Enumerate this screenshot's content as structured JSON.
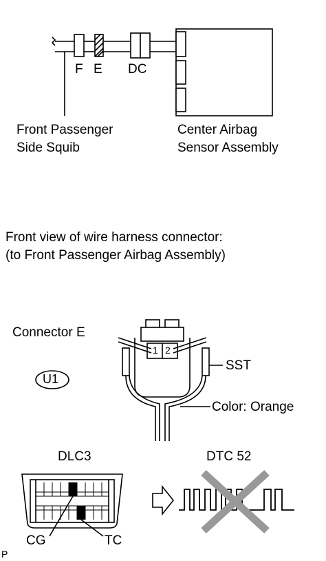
{
  "top_diagram": {
    "connector_f": "F",
    "connector_e": "E",
    "connector_dc": "DC",
    "squib_label_line1": "Front Passenger",
    "squib_label_line2": "Side Squib",
    "sensor_label_line1": "Center Airbag",
    "sensor_label_line2": "Sensor Assembly"
  },
  "middle_text": {
    "line1": "Front view of wire harness connector:",
    "line2": "(to Front Passenger Airbag Assembly)"
  },
  "connector_diagram": {
    "connector_label": "Connector E",
    "badge": "U1",
    "pin1": "1",
    "pin2": "2",
    "sst_label": "SST",
    "color_label": "Color: Orange"
  },
  "bottom_diagram": {
    "dlc_label": "DLC3",
    "dtc_label": "DTC 52",
    "cg_label": "CG",
    "tc_label": "TC",
    "corner_label": "P"
  }
}
